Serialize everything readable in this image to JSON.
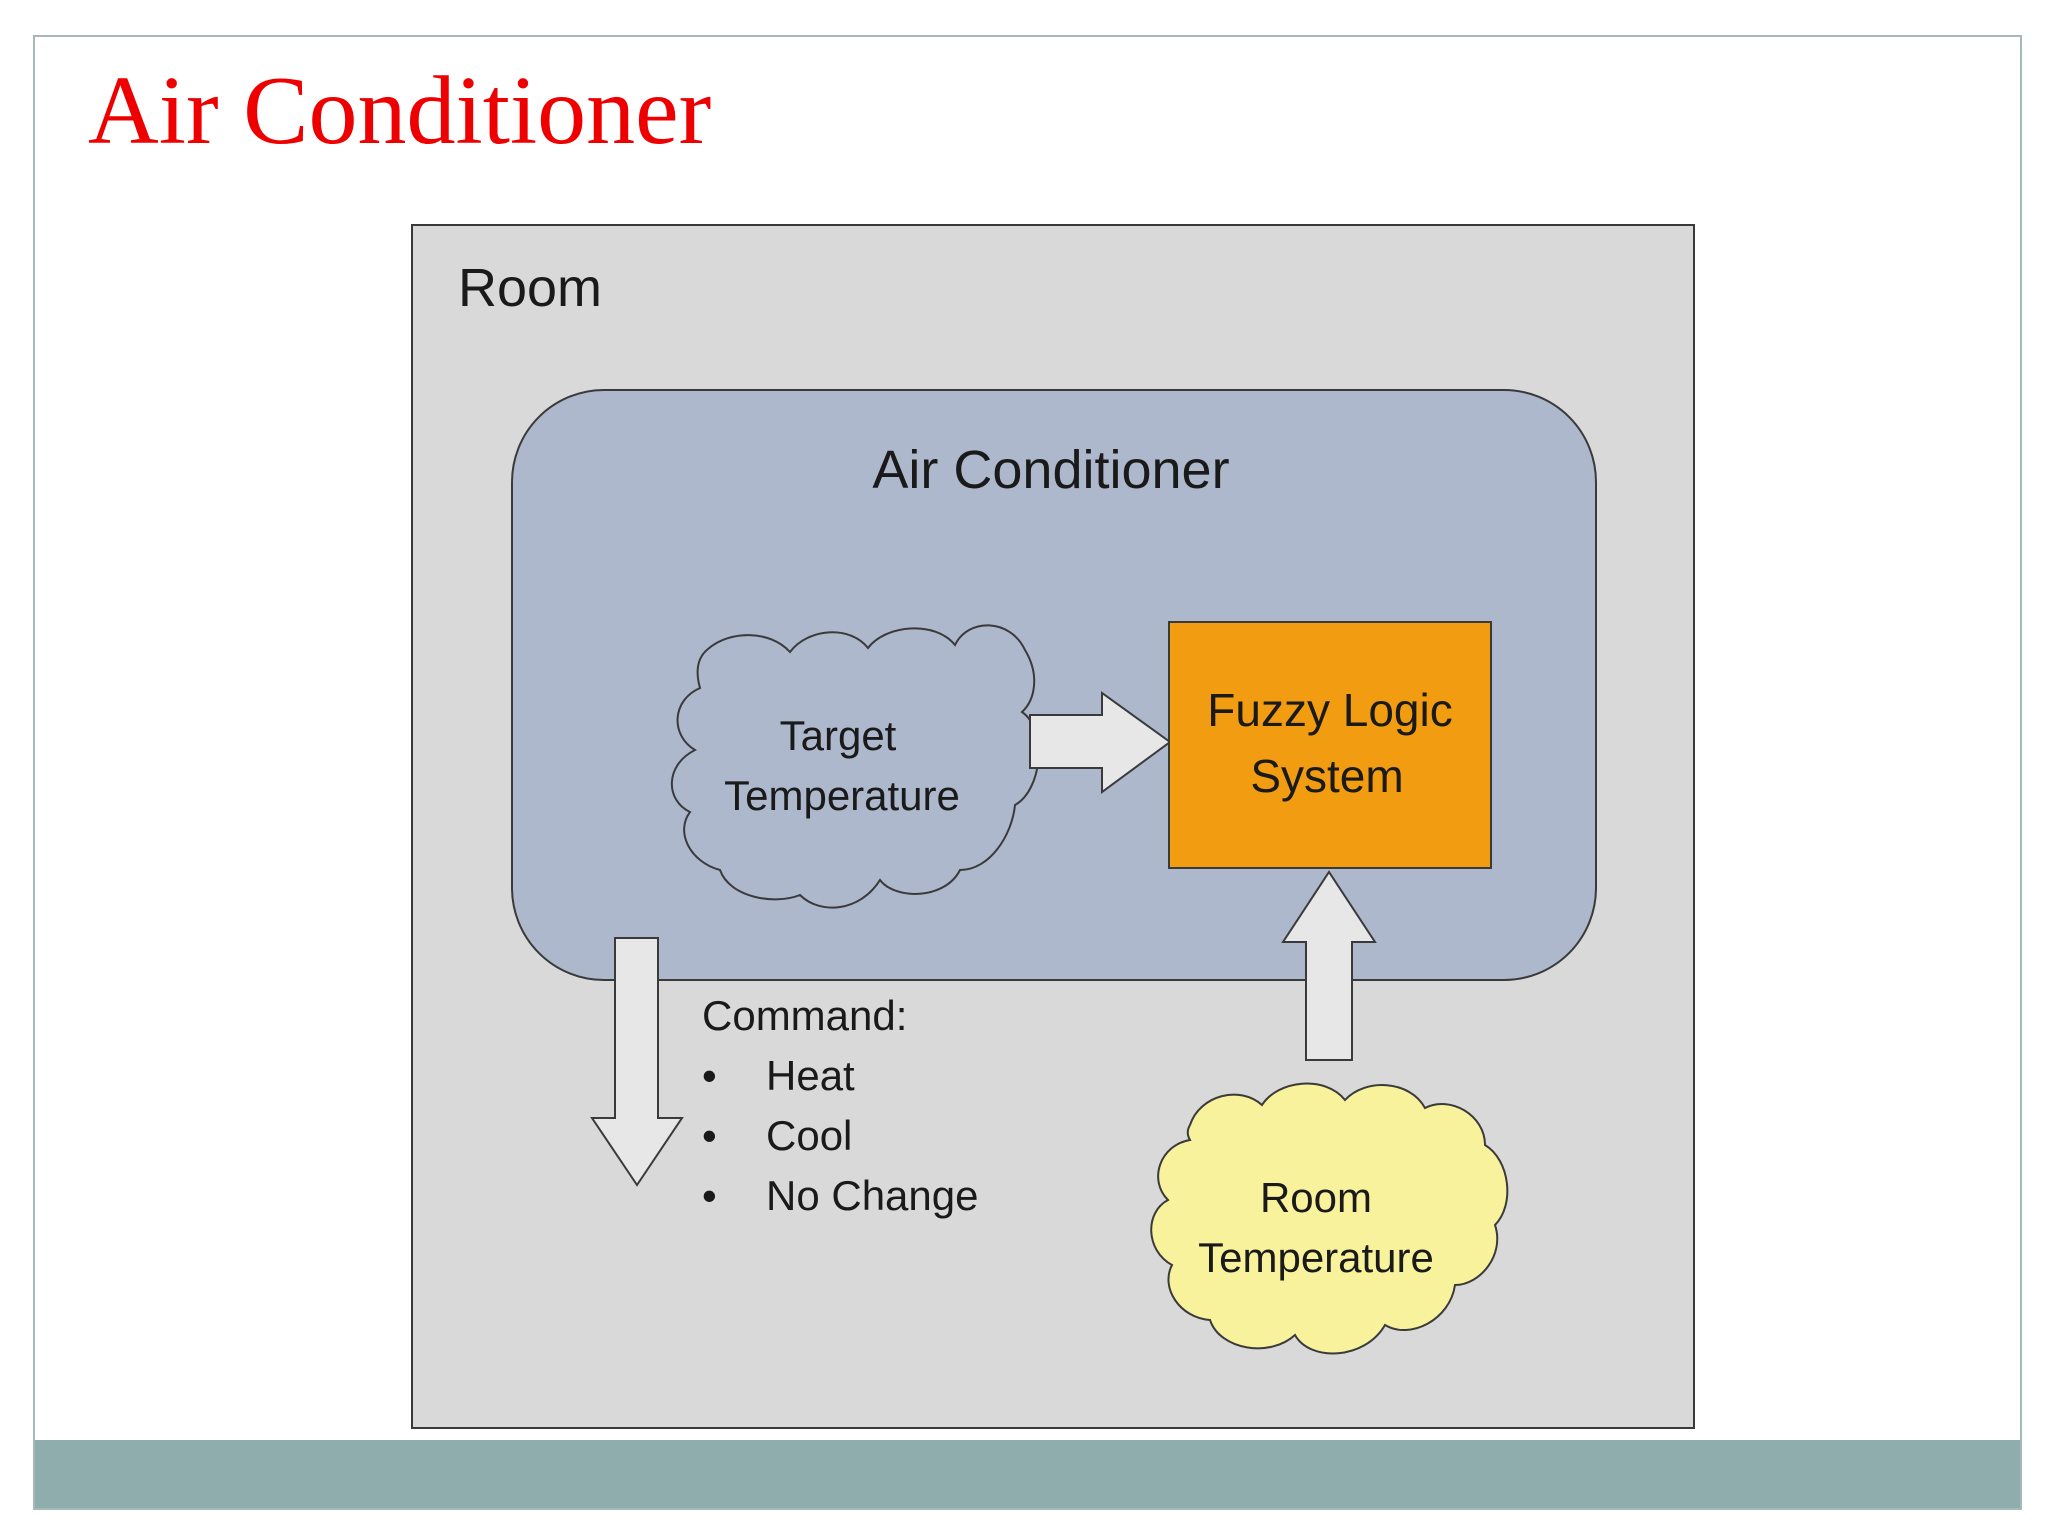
{
  "slide": {
    "title": "Air Conditioner"
  },
  "diagram": {
    "room_label": "Room",
    "ac_label": "Air Conditioner",
    "fuzzy_box": {
      "line1": "Fuzzy Logic",
      "line2": "System"
    },
    "target_cloud": {
      "line1": "Target",
      "line2": "Temperature"
    },
    "room_cloud": {
      "line1": "Room",
      "line2": "Temperature"
    },
    "command": {
      "heading": "Command:",
      "bullet": "•",
      "items": [
        "Heat",
        "Cool",
        "No Change"
      ]
    }
  },
  "colors": {
    "title": "#ee0000",
    "room_fill": "#d9d9d9",
    "ac_fill": "#adb8cc",
    "fuzzy_fill": "#f29c11",
    "target_cloud_fill": "#adb8cc",
    "room_cloud_fill": "#f8f29c",
    "arrow_fill": "#e7e7e7",
    "footer": "#8fadad"
  }
}
